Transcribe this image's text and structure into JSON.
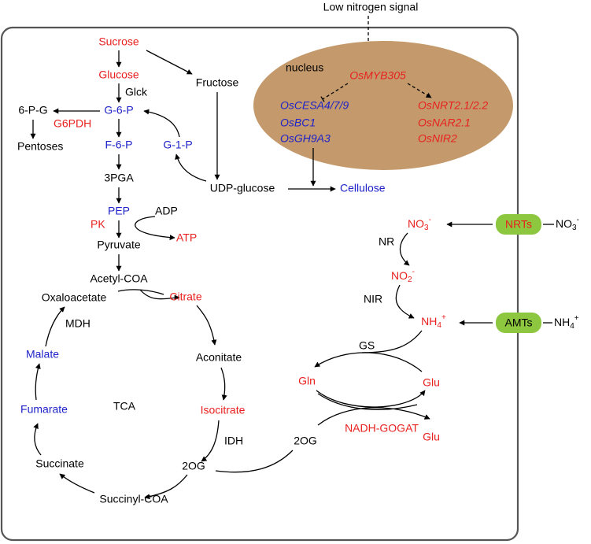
{
  "signal": "Low nitrogen signal",
  "nucleus": {
    "label": "nucleus",
    "center_gene": "OsMYB305",
    "left_genes": [
      "OsCESA4/7/9",
      "OsBC1",
      "OsGH9A3"
    ],
    "right_genes": [
      "OsNRT2.1/2.2",
      "OsNAR2.1",
      "OsNIR2"
    ]
  },
  "glycolysis": {
    "sucrose": "Sucrose",
    "glucose": "Glucose",
    "glck": "Glck",
    "g6p": "G-6-P",
    "f6p": "F-6-P",
    "pga": "3PGA",
    "pep": "PEP",
    "pk": "PK",
    "adp": "ADP",
    "atp": "ATP",
    "pyruvate": "Pyruvate",
    "acetyl": "Acetyl-COA",
    "six_pg": "6-P-G",
    "g6pdh": "G6PDH",
    "pentoses": "Pentoses"
  },
  "cellulose_path": {
    "fructose": "Fructose",
    "g1p": "G-1-P",
    "udp": "UDP-glucose",
    "cellulose": "Cellulose"
  },
  "tca": {
    "label": "TCA",
    "oxaloacetate": "Oxaloacetate",
    "citrate": "Citrate",
    "aconitate": "Aconitate",
    "isocitrate": "Isocitrate",
    "idh": "IDH",
    "two_og": "2OG",
    "succinyl": "Succinyl-COA",
    "succinate": "Succinate",
    "fumarate": "Fumarate",
    "malate": "Malate",
    "mdh": "MDH"
  },
  "nitrogen": {
    "no3": "NO",
    "no3_sub": "3",
    "no3_sup": "-",
    "nr": "NR",
    "no2": "NO",
    "no2_sub": "2",
    "no2_sup": "-",
    "nir": "NIR",
    "nh4": "NH",
    "nh4_sub": "4",
    "nh4_sup": "+",
    "gs": "GS",
    "gln": "Gln",
    "glu1": "Glu",
    "glu2": "Glu",
    "nadh_gogat": "NADH-GOGAT",
    "two_og": "2OG",
    "nrts": "NRTs",
    "amts": "AMTs",
    "ext_no3": "NO",
    "ext_no3_sub": "3",
    "ext_no3_sup": "-",
    "ext_nh4": "NH",
    "ext_nh4_sub": "4",
    "ext_nh4_sup": "+"
  },
  "colors": {
    "red": "#e8211f",
    "blue": "#1e22c8",
    "nucleus_fill": "#c49a6c",
    "transporter_fill": "#8dc63f",
    "cell_border": "#555555"
  }
}
